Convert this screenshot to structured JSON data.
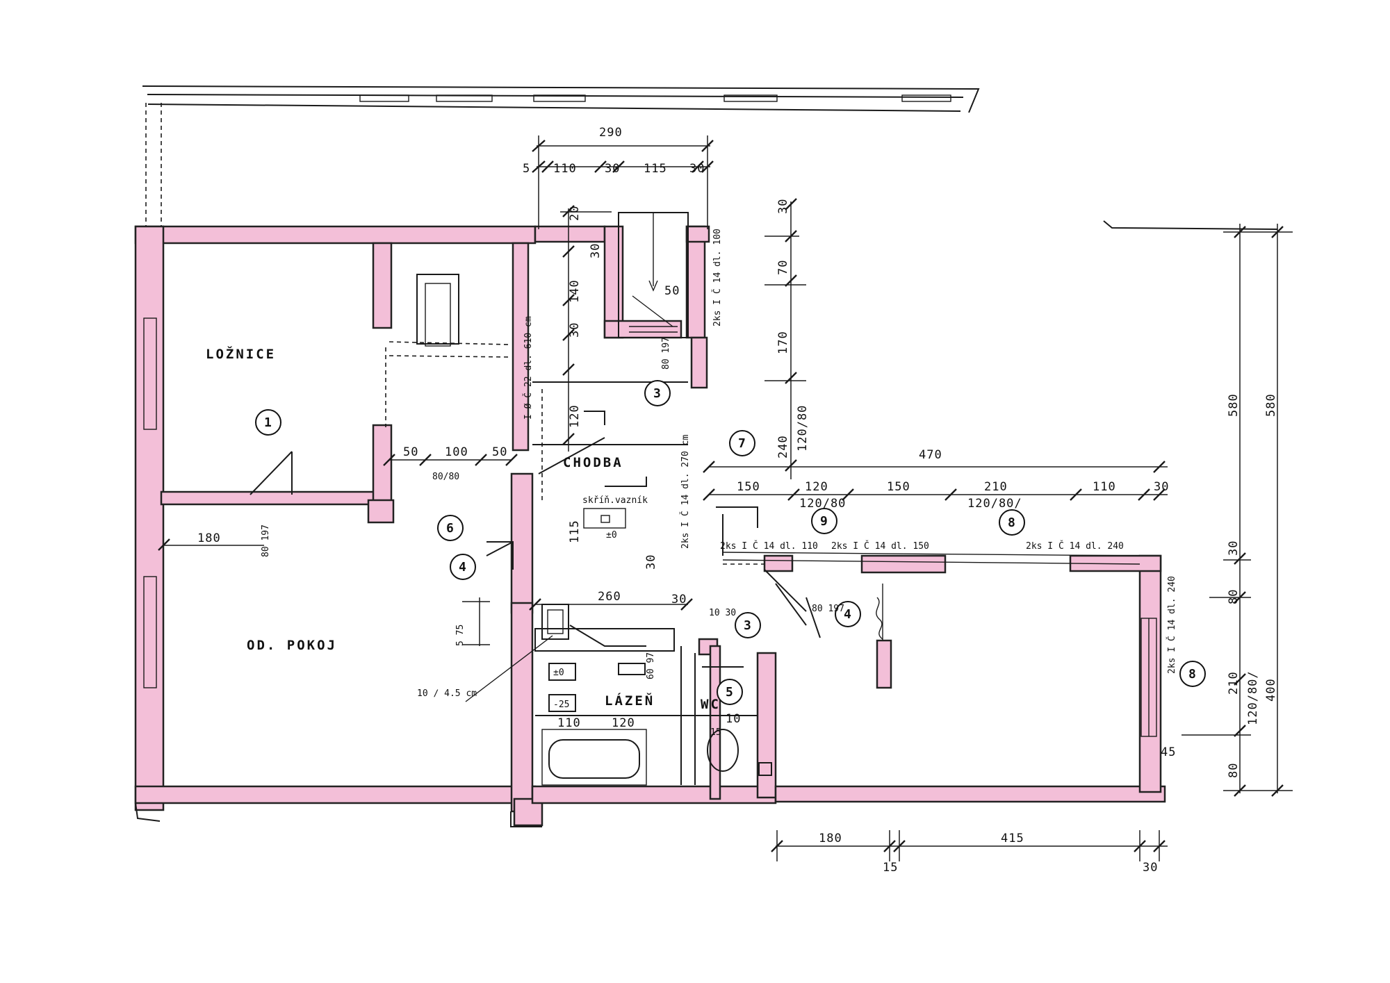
{
  "rooms": {
    "loznice": "LOŽNICE",
    "obyvaci_pokoj": "OD. POKOJ",
    "chodba": "CHODBA",
    "lazen": "LÁZEŇ",
    "wc": "WC"
  },
  "markers": [
    "1",
    "3",
    "7",
    "6",
    "4",
    "9",
    "8",
    "3",
    "4",
    "5",
    "8"
  ],
  "dimensions": {
    "top_total": "290",
    "top_parts": [
      "5",
      "110",
      "30",
      "115",
      "30"
    ],
    "d20": "20",
    "d30a": "30",
    "d140": "140",
    "d30b": "30",
    "d120": "120",
    "d115": "115",
    "d50a": "50",
    "door_80_197_a": "80 197",
    "door_80_197_b": "80 197",
    "door_80_197_c": "80 197",
    "d180": "180",
    "d50_100_50": [
      "50",
      "100",
      "50"
    ],
    "opening_80_80": "80/80",
    "d260": "260",
    "d30c": "30",
    "d30d": "30",
    "d30e": "30",
    "d5_75": "5  75",
    "right_30_70_170": [
      "30",
      "70",
      "170"
    ],
    "d240": "240",
    "d120_80": "120/80",
    "d470": "470",
    "row_parts": [
      "150",
      "120",
      "150",
      "210",
      "110",
      "30"
    ],
    "openings": [
      "120/80",
      "120/80/"
    ],
    "v580a": "580",
    "v580b": "580",
    "v400": "400",
    "v_right_parts": [
      "30",
      "80",
      "210",
      "80"
    ],
    "v_120_80": "120/80/",
    "d45": "45",
    "bottom_parts": [
      "180",
      "15",
      "415",
      "30"
    ],
    "bath_110": "110",
    "bath_120": "120",
    "bath_m25": "-25",
    "bath_pm0": "±0",
    "wc_10": "10",
    "wc_15": "15",
    "wc_60_97": "60 97",
    "shaft_pm0": "±0",
    "d10_30": "10  30"
  },
  "notes": {
    "lintel_left": "I Ø Č 22 dl. 610 cm",
    "lintel_top": "2ks I Č 14 dl. 100",
    "lintel_chodba": "2ks I Č 14 dl. 270 cm",
    "lintel_a": "2ks I Č 14 dl. 110",
    "lintel_b": "2ks I Č 14 dl. 150",
    "lintel_c": "2ks I Č 14 dl. 240",
    "lintel_right": "2ks I Č 14 dl. 240",
    "vanity": "skříň.vazník",
    "chimney": "10 ∕ 4.5 cm"
  }
}
